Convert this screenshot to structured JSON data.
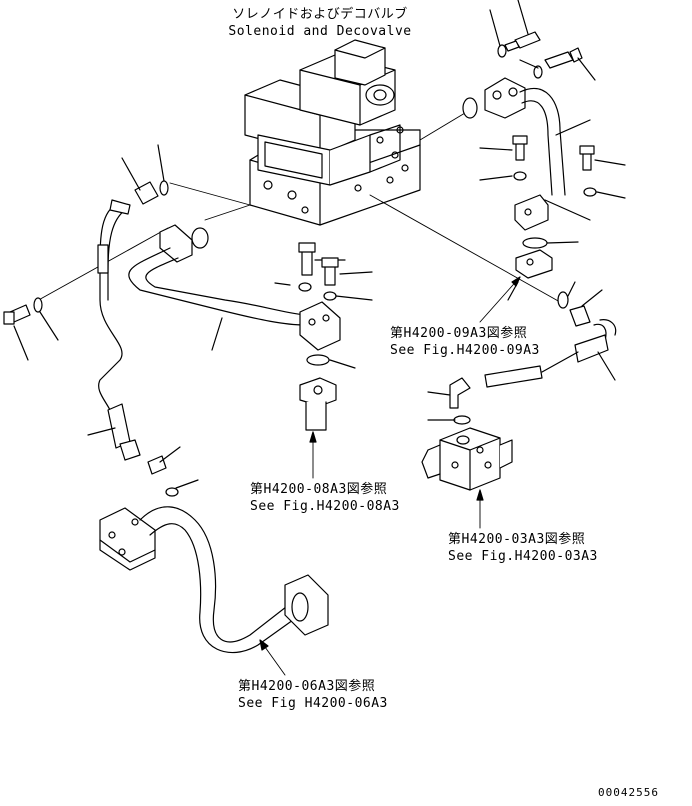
{
  "title": {
    "jp": "ソレノイドおよびデコバルブ",
    "en": "Solenoid and Decovalve"
  },
  "refs": [
    {
      "id": "h4200-09a3",
      "jp": "第H4200-09A3図参照",
      "en": "See Fig.H4200-09A3"
    },
    {
      "id": "h4200-08a3",
      "jp": "第H4200-08A3図参照",
      "en": "See Fig.H4200-08A3"
    },
    {
      "id": "h4200-03a3",
      "jp": "第H4200-03A3図参照",
      "en": "See Fig.H4200-03A3"
    },
    {
      "id": "h4200-06a3",
      "jp": "第H4200-06A3図参照",
      "en": "See Fig H4200-06A3"
    }
  ],
  "part_number": "00042556"
}
